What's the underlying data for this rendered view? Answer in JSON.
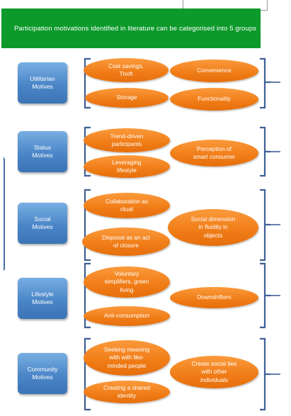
{
  "banner": {
    "text": "Participation motivations identified in literature can be categorised into 5 groups",
    "color": "#0c9a2a"
  },
  "colors": {
    "motive_box": "#4b86c8",
    "factor_pill": "#f07c16",
    "bracket": "#3f5f97"
  },
  "groups": [
    {
      "motive": "Utilitarian\nMotives",
      "factors": [
        "Cost savings,\nThrift",
        "Convenience",
        "Storage",
        "Functionality"
      ]
    },
    {
      "motive": "Status\nMotives",
      "factors": [
        "Trend-driven\nparticipants",
        "Perception of\nsmart consumer",
        "Leveraging\nlifestyle"
      ]
    },
    {
      "motive": "Social\nMotives",
      "factors": [
        "Collaboration as\nritual",
        "Social dimension\nin fluidity in\nobjects",
        "Disposal as an act\nof closure"
      ]
    },
    {
      "motive": "Lifestyle\nMotives",
      "factors": [
        "Voluntary\nsimplifiers, green\nliving",
        "Downshifters",
        "Anti-consumption"
      ]
    },
    {
      "motive": "Community\nMotives",
      "factors": [
        "Seeking meaning\nwith with like-\nminded people",
        "Create social ties\nwith other\nindividuals",
        "Creating a shared\nidentity"
      ]
    }
  ]
}
